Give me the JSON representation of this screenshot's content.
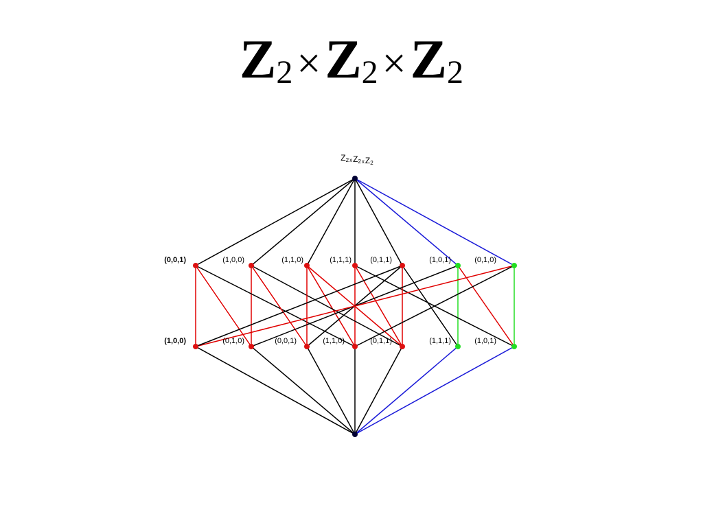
{
  "title": {
    "parts": [
      {
        "base": "Z",
        "sub": "2"
      },
      {
        "op": "×"
      },
      {
        "base": "Z",
        "sub": "2"
      },
      {
        "op": "×"
      },
      {
        "base": "Z",
        "sub": "2"
      }
    ]
  },
  "top_label": {
    "parts": [
      {
        "base": "Z",
        "sub": "2"
      },
      {
        "op": "x"
      },
      {
        "base": "Z",
        "sub": "2"
      },
      {
        "op": "x"
      },
      {
        "base": "Z",
        "sub": "2"
      }
    ]
  },
  "colors": {
    "black": "#000000",
    "red": "#e00000",
    "blue": "#1a1ad8",
    "green": "#22dd22",
    "node_red": "#dd1010",
    "node_green": "#22dd22",
    "node_dark": "#000033"
  },
  "nodes": [
    {
      "id": "top",
      "color": "node_dark"
    },
    {
      "id": "bottom",
      "color": "node_dark"
    },
    {
      "id": "u0",
      "label": "(0,0,1)",
      "bold": true,
      "color": "node_red"
    },
    {
      "id": "u1",
      "label": "(1,0,0)",
      "color": "node_red"
    },
    {
      "id": "u2",
      "label": "(1,1,0)",
      "color": "node_red"
    },
    {
      "id": "u3",
      "label": "(1,1,1)",
      "color": "node_red"
    },
    {
      "id": "u4",
      "label": "(0,1,1)",
      "color": "node_red"
    },
    {
      "id": "u5",
      "label": "(1,0,1)",
      "color": "node_green"
    },
    {
      "id": "u6",
      "label": "(0,1,0)",
      "color": "node_green"
    },
    {
      "id": "l0",
      "label": "(1,0,0)",
      "bold": true,
      "color": "node_red"
    },
    {
      "id": "l1",
      "label": "(0,1,0)",
      "color": "node_red"
    },
    {
      "id": "l2",
      "label": "(0,0,1)",
      "color": "node_red"
    },
    {
      "id": "l3",
      "label": "(1,1,0)",
      "color": "node_red"
    },
    {
      "id": "l4",
      "label": "(0,1,1)",
      "color": "node_red"
    },
    {
      "id": "l5",
      "label": "(1,1,1)",
      "color": "node_green"
    },
    {
      "id": "l6",
      "label": "(1,0,1)",
      "color": "node_green"
    }
  ],
  "edges": [
    {
      "from": "top",
      "to": "u0",
      "color": "black"
    },
    {
      "from": "top",
      "to": "u1",
      "color": "black"
    },
    {
      "from": "top",
      "to": "u2",
      "color": "black"
    },
    {
      "from": "top",
      "to": "u3",
      "color": "black"
    },
    {
      "from": "top",
      "to": "u4",
      "color": "black"
    },
    {
      "from": "top",
      "to": "u5",
      "color": "blue"
    },
    {
      "from": "top",
      "to": "u6",
      "color": "blue"
    },
    {
      "from": "bottom",
      "to": "l0",
      "color": "black"
    },
    {
      "from": "bottom",
      "to": "l1",
      "color": "black"
    },
    {
      "from": "bottom",
      "to": "l2",
      "color": "black"
    },
    {
      "from": "bottom",
      "to": "l3",
      "color": "black"
    },
    {
      "from": "bottom",
      "to": "l4",
      "color": "black"
    },
    {
      "from": "bottom",
      "to": "l5",
      "color": "blue"
    },
    {
      "from": "bottom",
      "to": "l6",
      "color": "blue"
    },
    {
      "from": "u0",
      "to": "l0",
      "color": "red"
    },
    {
      "from": "u1",
      "to": "l1",
      "color": "red"
    },
    {
      "from": "u2",
      "to": "l3",
      "color": "red"
    },
    {
      "from": "u3",
      "to": "l3",
      "color": "red"
    },
    {
      "from": "u4",
      "to": "l5",
      "color": "black"
    },
    {
      "from": "u5",
      "to": "l5",
      "color": "green"
    },
    {
      "from": "u6",
      "to": "l6",
      "color": "green"
    },
    {
      "from": "u0",
      "to": "l1",
      "color": "red"
    },
    {
      "from": "u0",
      "to": "l3",
      "color": "black"
    },
    {
      "from": "u1",
      "to": "l4",
      "color": "black"
    },
    {
      "from": "u1",
      "to": "l2",
      "color": "red"
    },
    {
      "from": "u2",
      "to": "l4",
      "color": "red"
    },
    {
      "from": "u2",
      "to": "l2",
      "color": "red"
    },
    {
      "from": "u3",
      "to": "l4",
      "color": "red"
    },
    {
      "from": "u3",
      "to": "l6",
      "color": "black"
    },
    {
      "from": "u4",
      "to": "l2",
      "color": "black"
    },
    {
      "from": "u4",
      "to": "l4",
      "color": "red"
    },
    {
      "from": "u5",
      "to": "l1",
      "color": "black"
    },
    {
      "from": "u5",
      "to": "l6",
      "color": "red"
    },
    {
      "from": "u6",
      "to": "l0",
      "color": "red"
    },
    {
      "from": "u6",
      "to": "l3",
      "color": "black"
    },
    {
      "from": "u4",
      "to": "l0",
      "color": "black"
    }
  ]
}
